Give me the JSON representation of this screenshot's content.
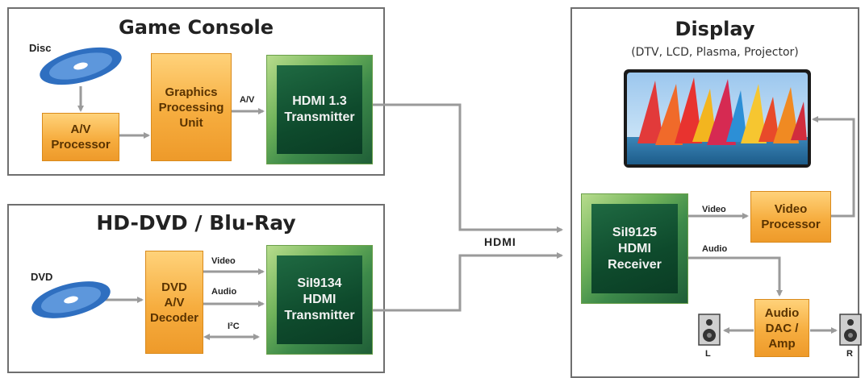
{
  "game_console": {
    "title": "Game Console",
    "disc_label": "Disc",
    "av_processor": "A/V\nProcessor",
    "gpu": "Graphics\nProcessing\nUnit",
    "av_label": "A/V",
    "transmitter": "HDMI 1.3\nTransmitter"
  },
  "hddvd": {
    "title": "HD-DVD / Blu-Ray",
    "dvd_label": "DVD",
    "decoder": "DVD\nA/V\nDecoder",
    "video_label": "Video",
    "audio_label": "Audio",
    "i2c_label": "I²C",
    "transmitter": "SiI9134\nHDMI\nTransmitter"
  },
  "link_label": "HDMI",
  "display": {
    "title": "Display",
    "subtitle": "(DTV, LCD, Plasma, Projector)",
    "receiver": "SiI9125\nHDMI\nReceiver",
    "video_label": "Video",
    "audio_label": "Audio",
    "video_processor": "Video\nProcessor",
    "audio_dac": "Audio\nDAC /\nAmp",
    "left_speaker": "L",
    "right_speaker": "R"
  },
  "colors": {
    "orange_box": "#f6ad3f",
    "green_chip": "#0e4a2c",
    "wire": "#9a9a9a",
    "disc": "#2f6fc0"
  }
}
